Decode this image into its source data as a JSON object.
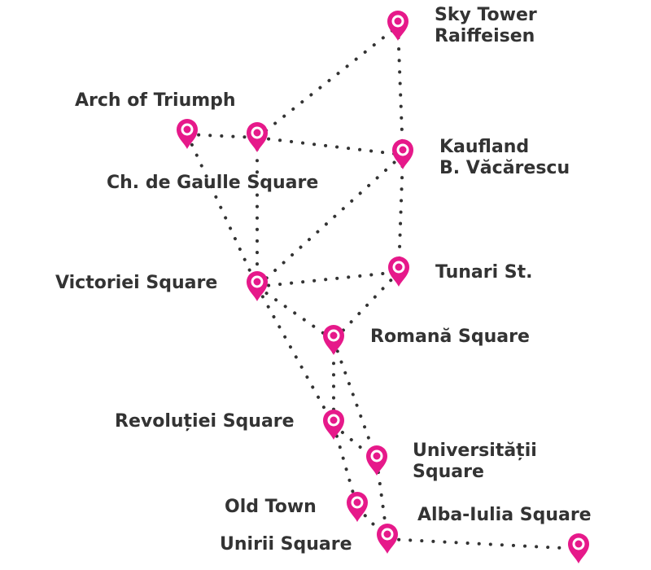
{
  "colors": {
    "pin": "#e6198a",
    "dots": "#333333",
    "text": "#333333"
  },
  "icon": "map-pin-icon",
  "stations": [
    {
      "id": "sky_tower",
      "lines": [
        "Sky Tower",
        "Raiffeisen"
      ]
    },
    {
      "id": "kaufland",
      "lines": [
        "Kaufland",
        "B. Văcărescu"
      ]
    },
    {
      "id": "arch_of_triumph",
      "lines": [
        "Arch of Triumph"
      ]
    },
    {
      "id": "ch_de_gaulle",
      "lines": [
        "Ch. de Gaulle Square"
      ]
    },
    {
      "id": "victoriei",
      "lines": [
        "Victoriei Square"
      ]
    },
    {
      "id": "tunari",
      "lines": [
        "Tunari St."
      ]
    },
    {
      "id": "romana",
      "lines": [
        "Romană Square"
      ]
    },
    {
      "id": "revolutiei",
      "lines": [
        "Revoluției Square"
      ]
    },
    {
      "id": "universitatii",
      "lines": [
        "Universității",
        "Square"
      ]
    },
    {
      "id": "old_town",
      "lines": [
        "Old Town"
      ]
    },
    {
      "id": "unirii",
      "lines": [
        "Unirii Square"
      ]
    },
    {
      "id": "alba_iulia",
      "lines": [
        "Alba-Iulia Square"
      ]
    }
  ],
  "routes": [
    [
      "arch_of_triumph",
      "ch_de_gaulle"
    ],
    [
      "ch_de_gaulle",
      "kaufland"
    ],
    [
      "ch_de_gaulle",
      "sky_tower"
    ],
    [
      "sky_tower",
      "kaufland"
    ],
    [
      "ch_de_gaulle",
      "victoriei"
    ],
    [
      "arch_of_triumph",
      "victoriei"
    ],
    [
      "kaufland",
      "victoriei"
    ],
    [
      "kaufland",
      "tunari"
    ],
    [
      "victoriei",
      "tunari"
    ],
    [
      "tunari",
      "romana"
    ],
    [
      "victoriei",
      "romana"
    ],
    [
      "romana",
      "revolutiei"
    ],
    [
      "romana",
      "universitatii"
    ],
    [
      "victoriei",
      "revolutiei"
    ],
    [
      "revolutiei",
      "old_town"
    ],
    [
      "revolutiei",
      "universitatii"
    ],
    [
      "old_town",
      "unirii"
    ],
    [
      "universitatii",
      "unirii"
    ],
    [
      "unirii",
      "alba_iulia"
    ]
  ]
}
